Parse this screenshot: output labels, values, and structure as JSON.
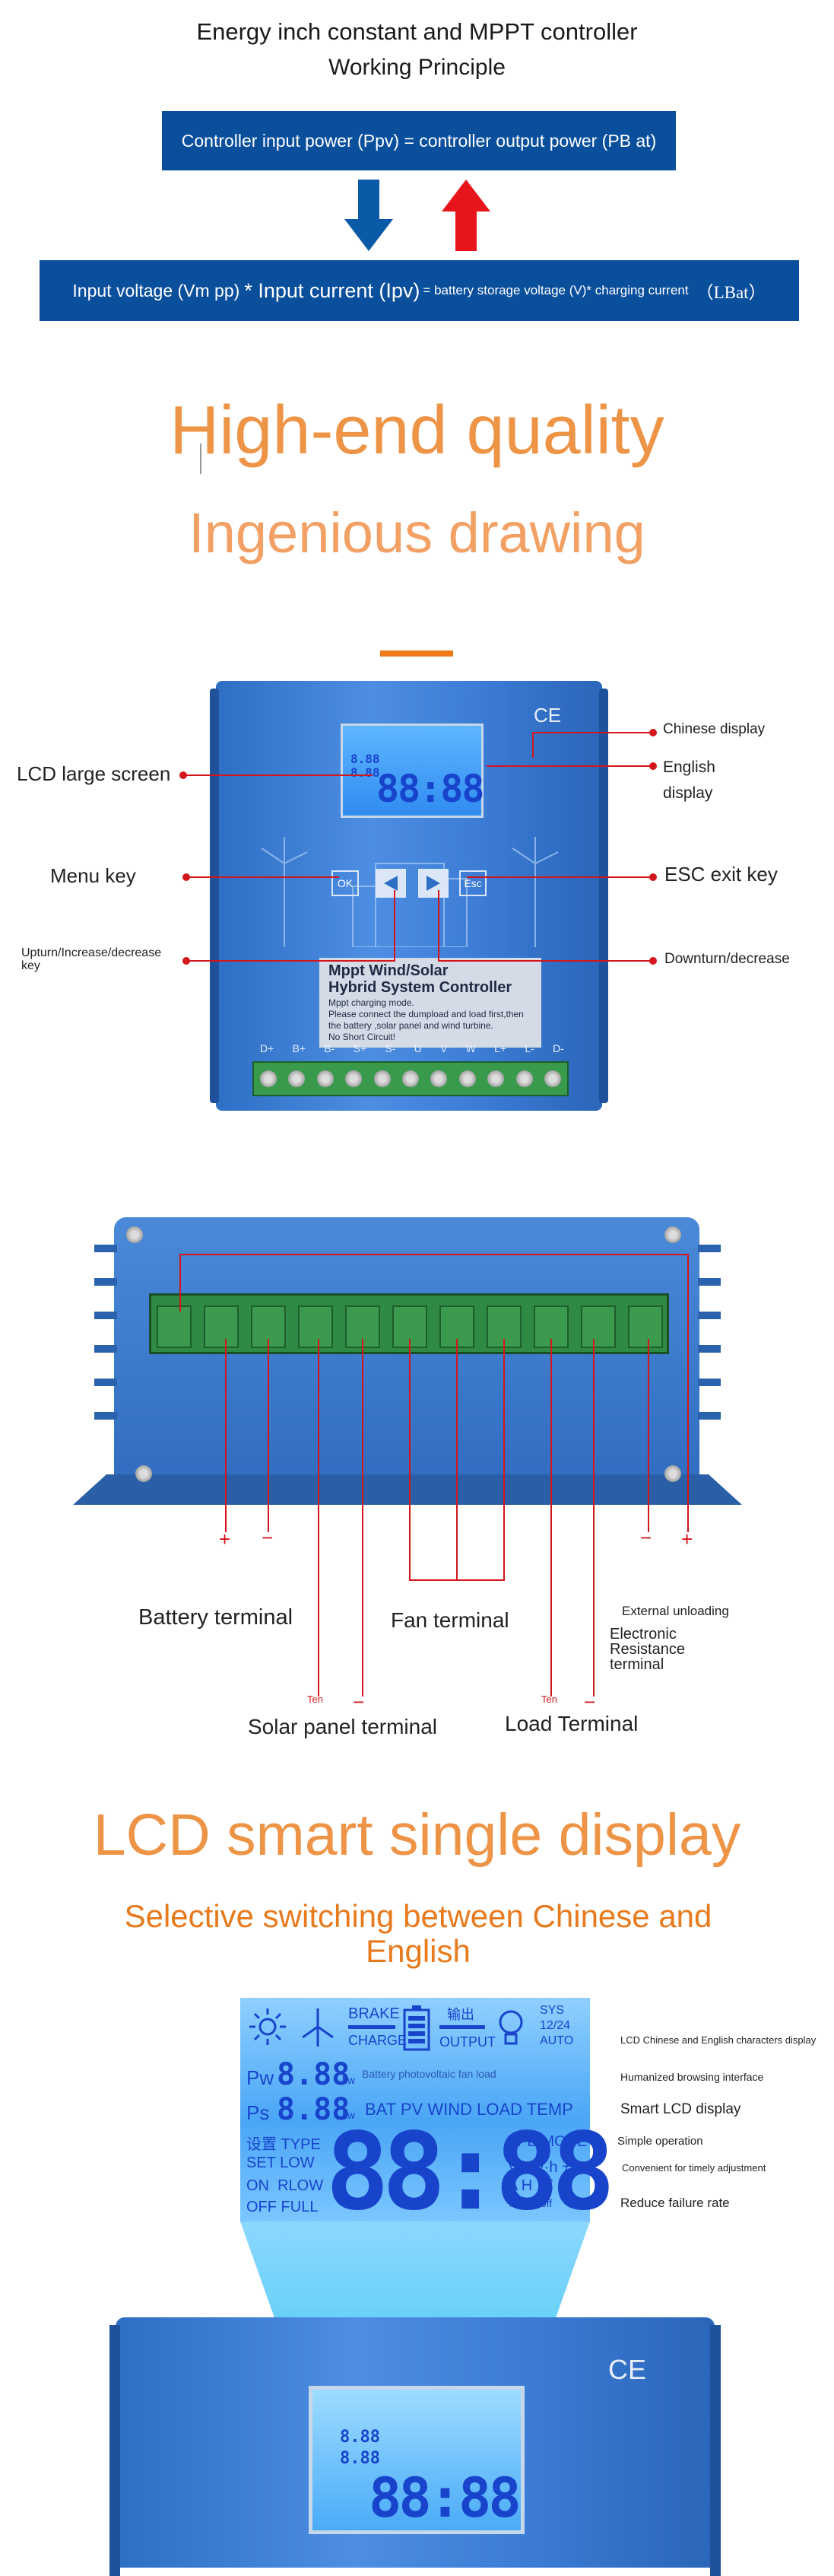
{
  "intro": {
    "title": "Energy inch constant and MPPT controller",
    "subtitle": "Working Principle",
    "formula_top": "Controller input power (Ppv) = controller output power (PB at)",
    "formula_bottom_a": "Input voltage (Vm pp)",
    "formula_bottom_b": " * Input current (Ipv)",
    "formula_bottom_c": " = battery storage voltage (V)* charging current",
    "formula_bottom_d": "（LBat）",
    "arrow_down_color": "#0a5aa8",
    "arrow_up_color": "#e8141b"
  },
  "quality": {
    "title": "High-end quality",
    "subtitle": "Ingenious drawing",
    "accent": "#ee9446"
  },
  "panel_labels": {
    "chinese_display": "Chinese display",
    "english_display": "English display",
    "lcd_screen": "LCD large screen",
    "menu_key": "Menu key",
    "esc_key": "ESC exit key",
    "upturn": "Upturn/Increase/decrease key",
    "downturn": "Downturn/decrease"
  },
  "controller": {
    "ce_mark": "CE",
    "btn_ok": "OK",
    "btn_esc": "Esc",
    "plate_title_1": "Mppt Wind/Solar",
    "plate_title_2": "Hybrid System Controller",
    "plate_text_1": "Mppt charging mode.",
    "plate_text_2": "Please connect the dumpload and load first,then",
    "plate_text_3": "the battery ,solar panel and wind turbine.",
    "plate_text_4": "No Short Circuit!",
    "terminals": [
      "D+",
      "B+",
      "B-",
      "S+",
      "S-",
      "U",
      "V",
      "W",
      "L+",
      "L-",
      "D-"
    ]
  },
  "terminal_labels": {
    "plus": "+",
    "minus": "−",
    "ten": "Ten",
    "battery": "Battery terminal",
    "fan": "Fan terminal",
    "external": "External unloading",
    "electronic": "Electronic Resistance terminal",
    "solar": "Solar panel terminal",
    "load": "Load Terminal"
  },
  "lcd_section": {
    "title": "LCD smart single display",
    "subtitle": "Selective switching between Chinese and English",
    "subtitle_color": "#e87a1e"
  },
  "lcd_panel": {
    "brake": "BRAKE",
    "charge": "CHARGE",
    "output_cn": "输出",
    "output": "OUTPUT",
    "sys": "SYS",
    "volt": "12/24",
    "auto": "AUTO",
    "pw": "Pw",
    "ps": "Ps",
    "pw_digits": "8.88",
    "ps_digits": "8.88",
    "unit_kw": "kw",
    "row1_text": "Battery photovoltaic fan load",
    "row2_text": "BAT PV WIND LOAD TEMP",
    "set_cn": "设置 TYPE",
    "set_low": "SET LOW",
    "on_rlow": "ON  RLOW",
    "off_full": "OFF FULL",
    "big_digits": "88:88",
    "tpb_mode": "TPB MODE",
    "units1": "V kW·h 开",
    "units2": "A H ℃ R",
    "units3": "%/min off"
  },
  "lcd_features": [
    "LCD Chinese and English characters display",
    "Humanized browsing interface",
    "Smart LCD display",
    "Simple operation",
    "Convenient for timely adjustment",
    "Reduce failure rate"
  ],
  "mini_lcd": {
    "pw_digits": "8.88",
    "ps_digits": "8.88",
    "big_digits": "88:88"
  }
}
